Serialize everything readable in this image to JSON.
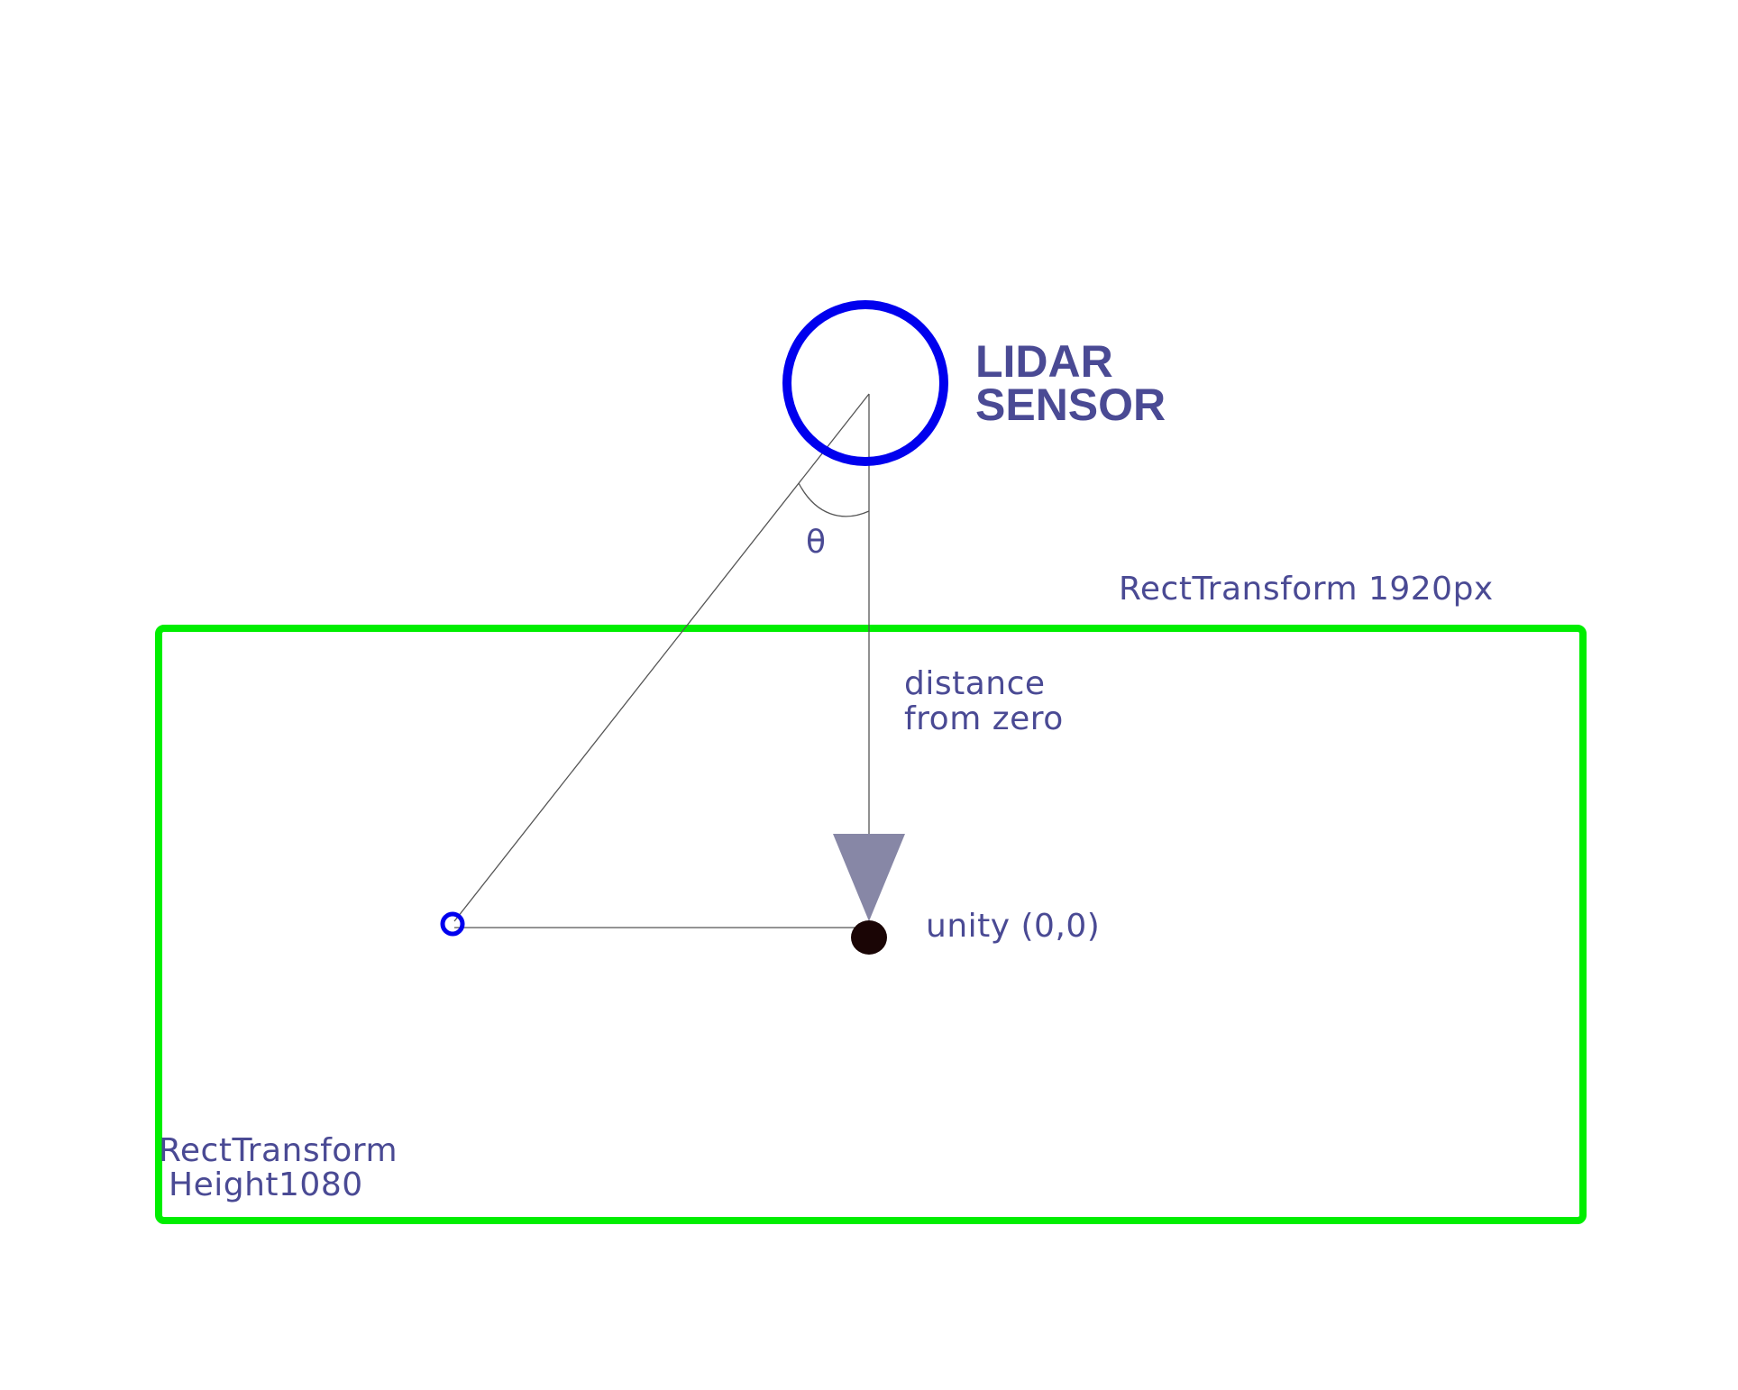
{
  "colors": {
    "sensor": "#0000ee",
    "rect_border": "#00ee00",
    "text": "#4a4a94",
    "arrow": "#8787a6",
    "origin": "#1a0505",
    "line": "#555555"
  },
  "icons": {
    "sensor": "circle-outline-icon",
    "target_point": "small-circle-outline-icon",
    "origin": "filled-dot-icon",
    "arrow": "down-triangle-arrow-icon"
  },
  "labels": {
    "sensor_line1": "LIDAR",
    "sensor_line2": "SENSOR",
    "theta": "θ",
    "rect_width": "RectTransform 1920px",
    "distance_line1": "distance",
    "distance_line2": "from zero",
    "origin": "unity (0,0)",
    "rect_height_line1": "RectTransform",
    "rect_height_line2": "Height1080"
  }
}
